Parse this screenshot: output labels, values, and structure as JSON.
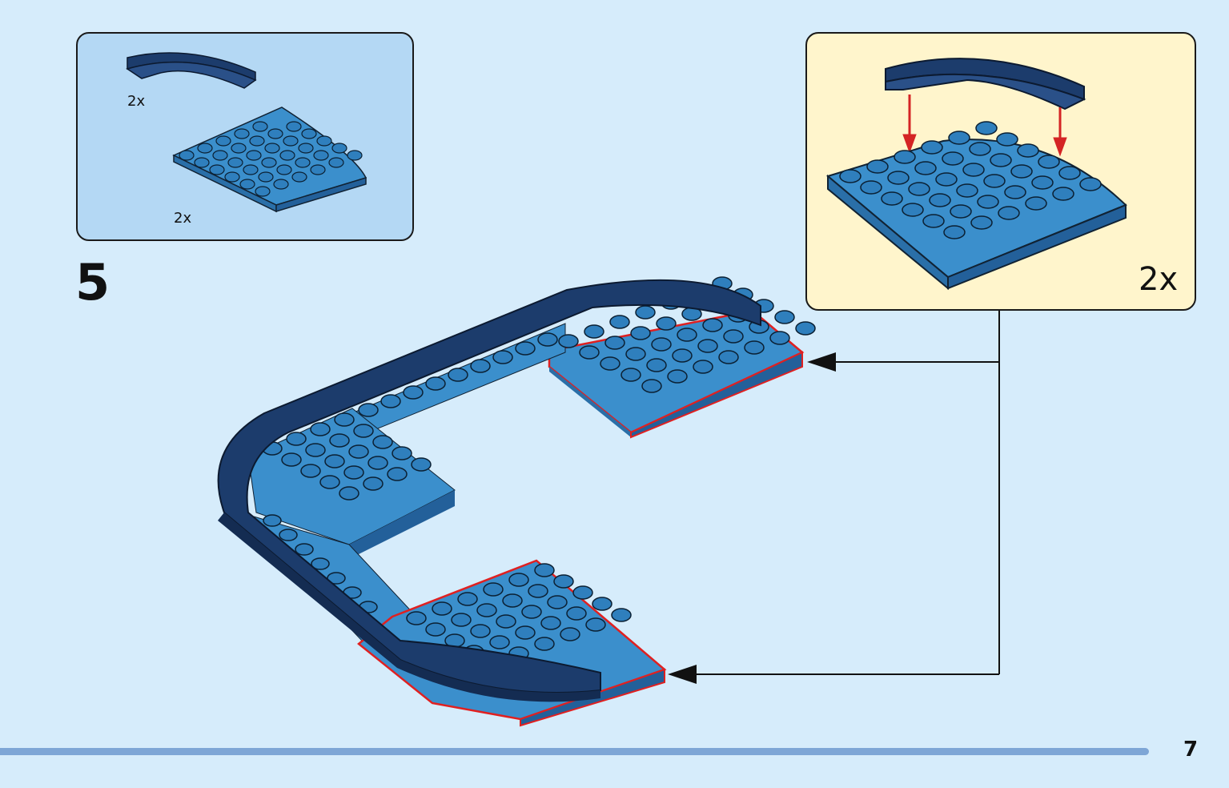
{
  "page": {
    "step_number": "5",
    "page_number": "7",
    "progress_fraction": 0.935
  },
  "parts_list": {
    "items": [
      {
        "part": "curved-tile-dark-blue",
        "quantity": "2x"
      },
      {
        "part": "round-corner-plate-medium-blue",
        "quantity": "2x"
      }
    ]
  },
  "callout": {
    "quantity": "2x",
    "description_icons": [
      "curved-tile-icon",
      "corner-plate-icon",
      "red-down-arrow-icon"
    ]
  },
  "colors": {
    "background": "#d6ecfb",
    "parts_box": "#b4d8f4",
    "callout_box": "#fff5cc",
    "dark_blue_brick": "#1c3c6c",
    "medium_blue_brick": "#3b8fcc",
    "highlight_outline": "#e02020",
    "progress_bar": "#7ea6d6"
  }
}
